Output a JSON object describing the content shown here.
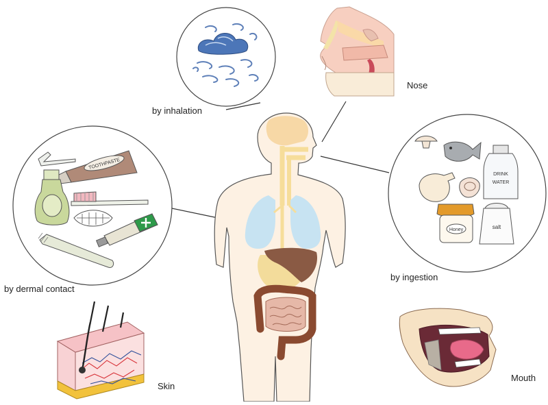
{
  "labels": {
    "inhalation": "by inhalation",
    "nose": "Nose",
    "dermal": "by dermal contact",
    "ingestion": "by ingestion",
    "skin": "Skin",
    "mouth": "Mouth"
  },
  "product_labels": {
    "toothpaste": "TOOTHPASTE",
    "drink_water_1": "DRINK",
    "drink_water_2": "WATER",
    "honey": "Honey",
    "salt": "salt"
  },
  "colors": {
    "outline": "#444444",
    "body_fill": "#fdf1e3",
    "airway": "#f6dd9a",
    "lungs": "#c7e3f2",
    "liver": "#8a5a44",
    "stomach": "#f3dc9b",
    "intestine": "#8a4a30",
    "small_intestine": "#e6b8a8",
    "toothpaste_tube": "#b08a78",
    "green_tube": "#2e9a4a",
    "cloud": "#4c76b8",
    "honey_lid": "#e39a2a",
    "skin_pink": "#f6c2c6",
    "skin_fat": "#f2c23c",
    "vessel_red": "#d8343a",
    "vessel_blue": "#2f4f9a"
  }
}
